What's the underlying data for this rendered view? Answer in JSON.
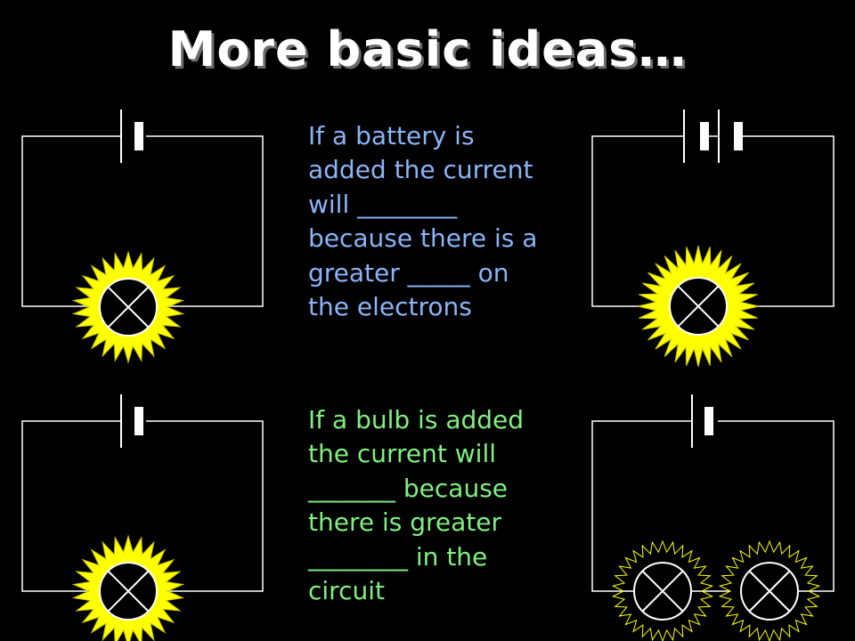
{
  "slide": {
    "title": "More basic ideas…"
  },
  "questions": {
    "battery": "If a battery is\nadded the current\nwill ________\nbecause there is a\ngreater _____ on\nthe electrons",
    "bulb": "If a bulb is added\nthe current will\n_______ because\nthere is greater\n________ in the\ncircuit"
  },
  "colors": {
    "background": "#000000",
    "wire": "#ffffff",
    "glow_fill": "#ffff00",
    "glow_outline": "#ffff00",
    "question_battery": "#8ab4f8",
    "question_bulb": "#7ff07f"
  },
  "circuits": [
    {
      "name": "single-cell-single-bulb",
      "cells": 1,
      "bulbs": 1,
      "glow": "bright"
    },
    {
      "name": "two-cell-single-bulb",
      "cells": 2,
      "bulbs": 1,
      "glow": "very-bright"
    },
    {
      "name": "single-cell-single-bulb-reference",
      "cells": 1,
      "bulbs": 1,
      "glow": "bright"
    },
    {
      "name": "single-cell-two-bulbs",
      "cells": 1,
      "bulbs": 2,
      "glow": "dim"
    }
  ]
}
